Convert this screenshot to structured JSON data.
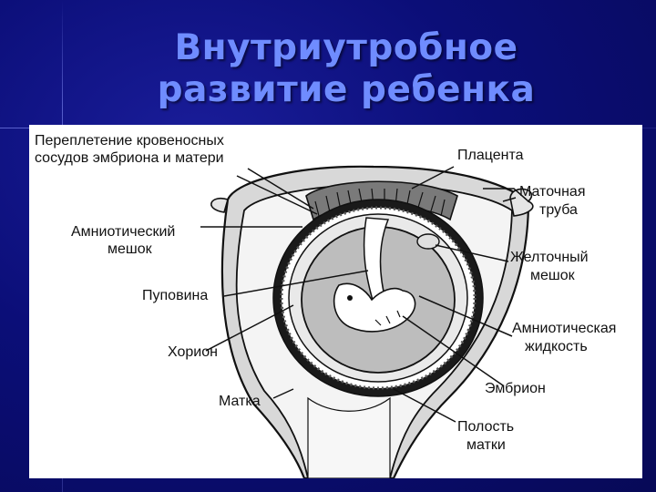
{
  "slide": {
    "title_line1": "Внутриутробное",
    "title_line2": "развитие ребенка"
  },
  "labels": {
    "vessels_line1": "Переплетение кровеносных",
    "vessels_line2": "сосудов эмбриона и матери",
    "placenta": "Плацента",
    "tube_line1": "Маточная",
    "tube_line2": "труба",
    "amnion_line1": "Амниотический",
    "amnion_line2": "мешок",
    "yolk_line1": "Желточный",
    "yolk_line2": "мешок",
    "cord": "Пуповина",
    "fluid_line1": "Амниотическая",
    "fluid_line2": "жидкость",
    "chorion": "Хорион",
    "embryo": "Эмбрион",
    "uterus": "Матка",
    "cavity_line1": "Полость",
    "cavity_line2": "матки"
  },
  "colors": {
    "background": "#0a0c6e",
    "title": "#6f8cff",
    "panel": "#ffffff"
  }
}
